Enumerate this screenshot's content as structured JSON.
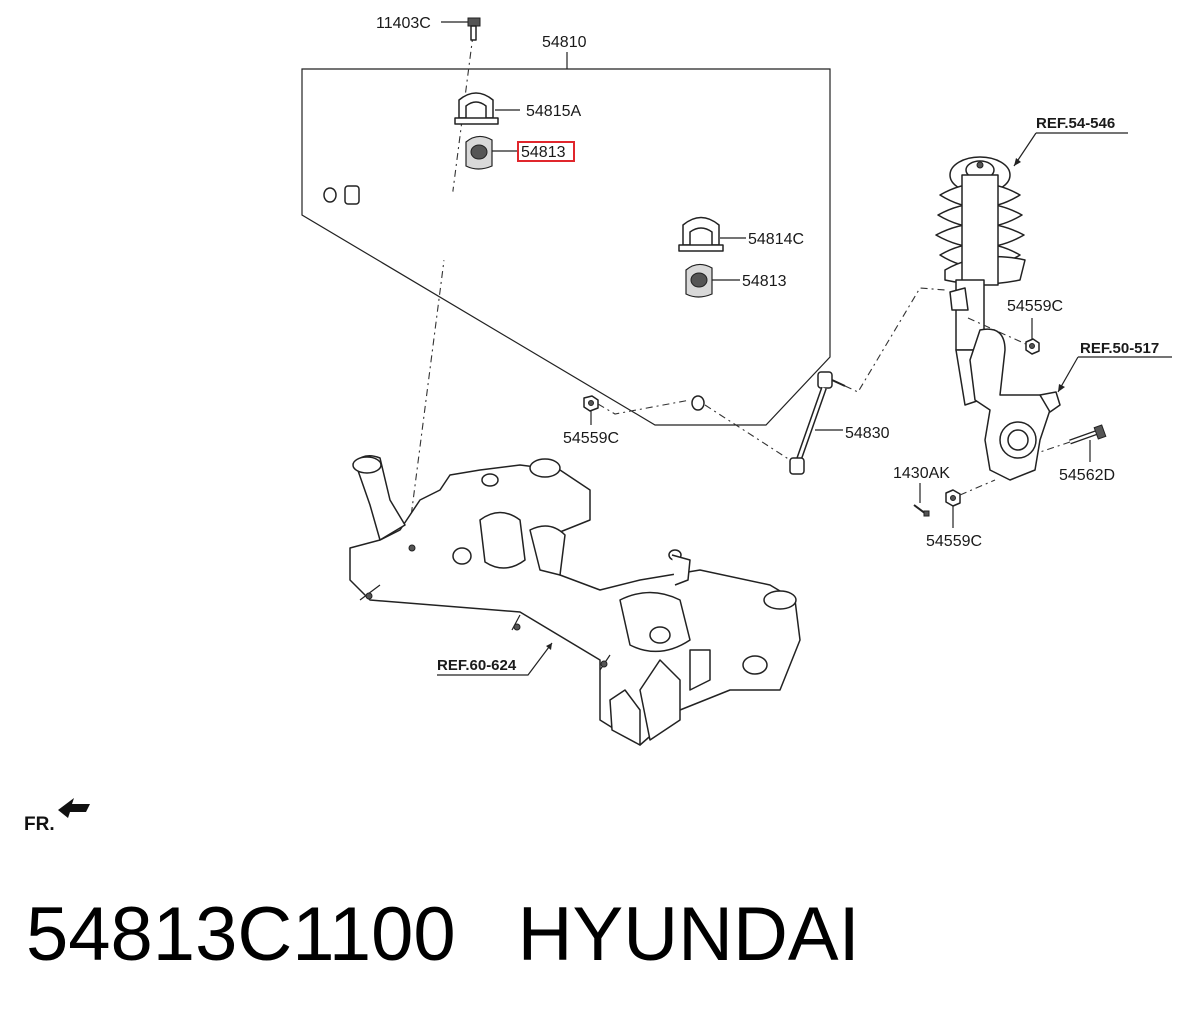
{
  "labels": {
    "bolt_11403c": "11403C",
    "bar_assembly_54810": "54810",
    "bracket_54815a": "54815A",
    "bushing_54813_highlight": "54813",
    "bracket_54814c": "54814C",
    "bushing_54813": "54813",
    "nut_54559c_left": "54559C",
    "link_54830": "54830",
    "nut_54559c_upper": "54559C",
    "bolt_1430ak": "1430AK",
    "nut_54559c_lower": "54559C",
    "bolt_54562d": "54562D"
  },
  "refs": {
    "strut": "REF.54-546",
    "knuckle": "REF.50-517",
    "crossmember": "REF.60-624"
  },
  "front_marker": "FR.",
  "caption": {
    "part_number": "54813C1100",
    "brand": "HYUNDAI"
  },
  "colors": {
    "highlight": "#e0262c",
    "highlight_text": "#9a9a9a"
  }
}
